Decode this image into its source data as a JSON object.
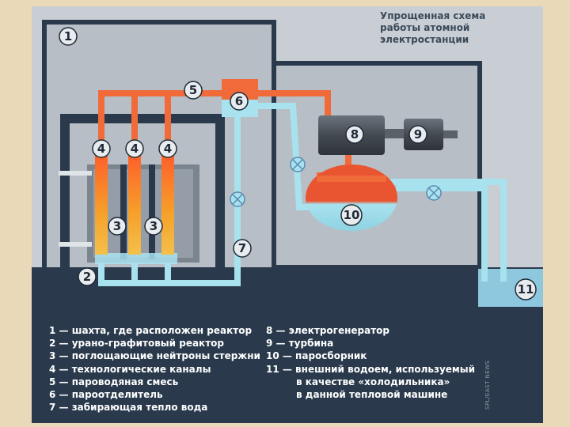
{
  "title": {
    "lines": [
      "Упрощенная схема",
      "работы атомной",
      "электростанции"
    ]
  },
  "markers": {
    "m1": "1",
    "m2": "2",
    "m3a": "3",
    "m3b": "3",
    "m4a": "4",
    "m4b": "4",
    "m4c": "4",
    "m5": "5",
    "m6": "6",
    "m7": "7",
    "m8": "8",
    "m9": "9",
    "m10": "10",
    "m11": "11"
  },
  "legend": {
    "left": [
      "1 — шахта, где расположен реактор",
      "2 — урано-графитовый реактор",
      "3 — поглощающие нейтроны стержни",
      "4 — технологические каналы",
      "5 — пароводяная смесь",
      "6 — пароотделитель",
      "7 — забирающая тепло вода"
    ],
    "right": [
      "8 — электрогенератор",
      "9 — турбина",
      "10 — паросборник",
      "11 — внешний водоем, используемый",
      "в качестве «холодильника»",
      "в данной тепловой машине"
    ]
  },
  "credit": "SPL/EAST NEWS",
  "colors": {
    "paper": "#ead9b8",
    "frame": "#2a3a4c",
    "panel": "#b5bcc4",
    "steam_pipe": "#f06a3a",
    "water_pipe": "#a8e2ee",
    "equipment": "#4a5158",
    "pond": "#8ec8de"
  }
}
